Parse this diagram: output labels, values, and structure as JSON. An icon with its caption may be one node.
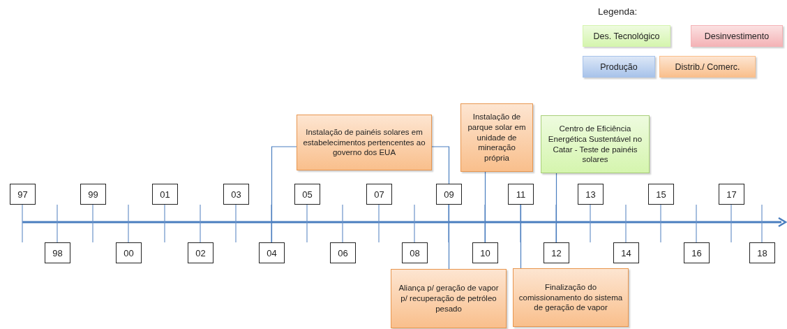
{
  "diagram": {
    "nodes": [
      {
        "text": [
          "97"
        ]
      },
      {
        "text": [
          "98"
        ]
      },
      {
        "text": [
          "99"
        ]
      },
      {
        "text": [
          "00"
        ]
      },
      {
        "text": [
          "01"
        ]
      },
      {
        "text": [
          "02"
        ]
      },
      {
        "text": [
          "03"
        ]
      },
      {
        "text": [
          "04"
        ]
      },
      {
        "text": [
          "05"
        ]
      },
      {
        "text": [
          "06"
        ]
      },
      {
        "text": [
          "07"
        ]
      },
      {
        "text": [
          "08"
        ]
      },
      {
        "text": [
          "09"
        ]
      },
      {
        "text": [
          "10"
        ]
      },
      {
        "text": [
          "11"
        ]
      },
      {
        "text": [
          "12"
        ]
      },
      {
        "text": [
          "13"
        ]
      },
      {
        "text": [
          "14"
        ]
      },
      {
        "text": [
          "15"
        ]
      },
      {
        "text": [
          "16"
        ]
      },
      {
        "text": [
          "17"
        ]
      },
      {
        "text": [
          "18"
        ]
      },
      {
        "text": [
          "Instalação de painéis solares em estabelecimentos pertencentes ao governo dos EUA"
        ]
      },
      {
        "text": [
          "Instalação de parque solar em unidade de mineração própria"
        ]
      },
      {
        "text": [
          "Centro de Eficiência Energética Sustentável no Catar - Teste de painéis solares"
        ]
      },
      {
        "text": [
          "Aliança p/ geração de vapor p/ recuperação de petróleo pesado"
        ]
      },
      {
        "text": [
          "Finalização do comissionamento do sistema de geração de vapor"
        ]
      }
    ],
    "edges": [
      {
        "from": 22,
        "to": 7,
        "arrow": "none"
      },
      {
        "from": 22,
        "to": 12,
        "arrow": "none"
      },
      {
        "from": 23,
        "to": 13,
        "arrow": "none"
      },
      {
        "from": 24,
        "to": 15,
        "arrow": "none"
      },
      {
        "from": 25,
        "to": 12,
        "arrow": "none"
      },
      {
        "from": 26,
        "to": 14,
        "arrow": "none"
      }
    ],
    "labels": [
      "Legenda:"
    ],
    "legend": [
      {
        "text": "Des. Tecnológico",
        "color": "#d5f5ae"
      },
      {
        "text": "Desinvestimento",
        "color": "#f4b3b6"
      },
      {
        "text": "Produção",
        "color": "#a8c3ea"
      },
      {
        "text": "Distrib./ Comerc.",
        "color": "#f9bf8c"
      }
    ]
  }
}
